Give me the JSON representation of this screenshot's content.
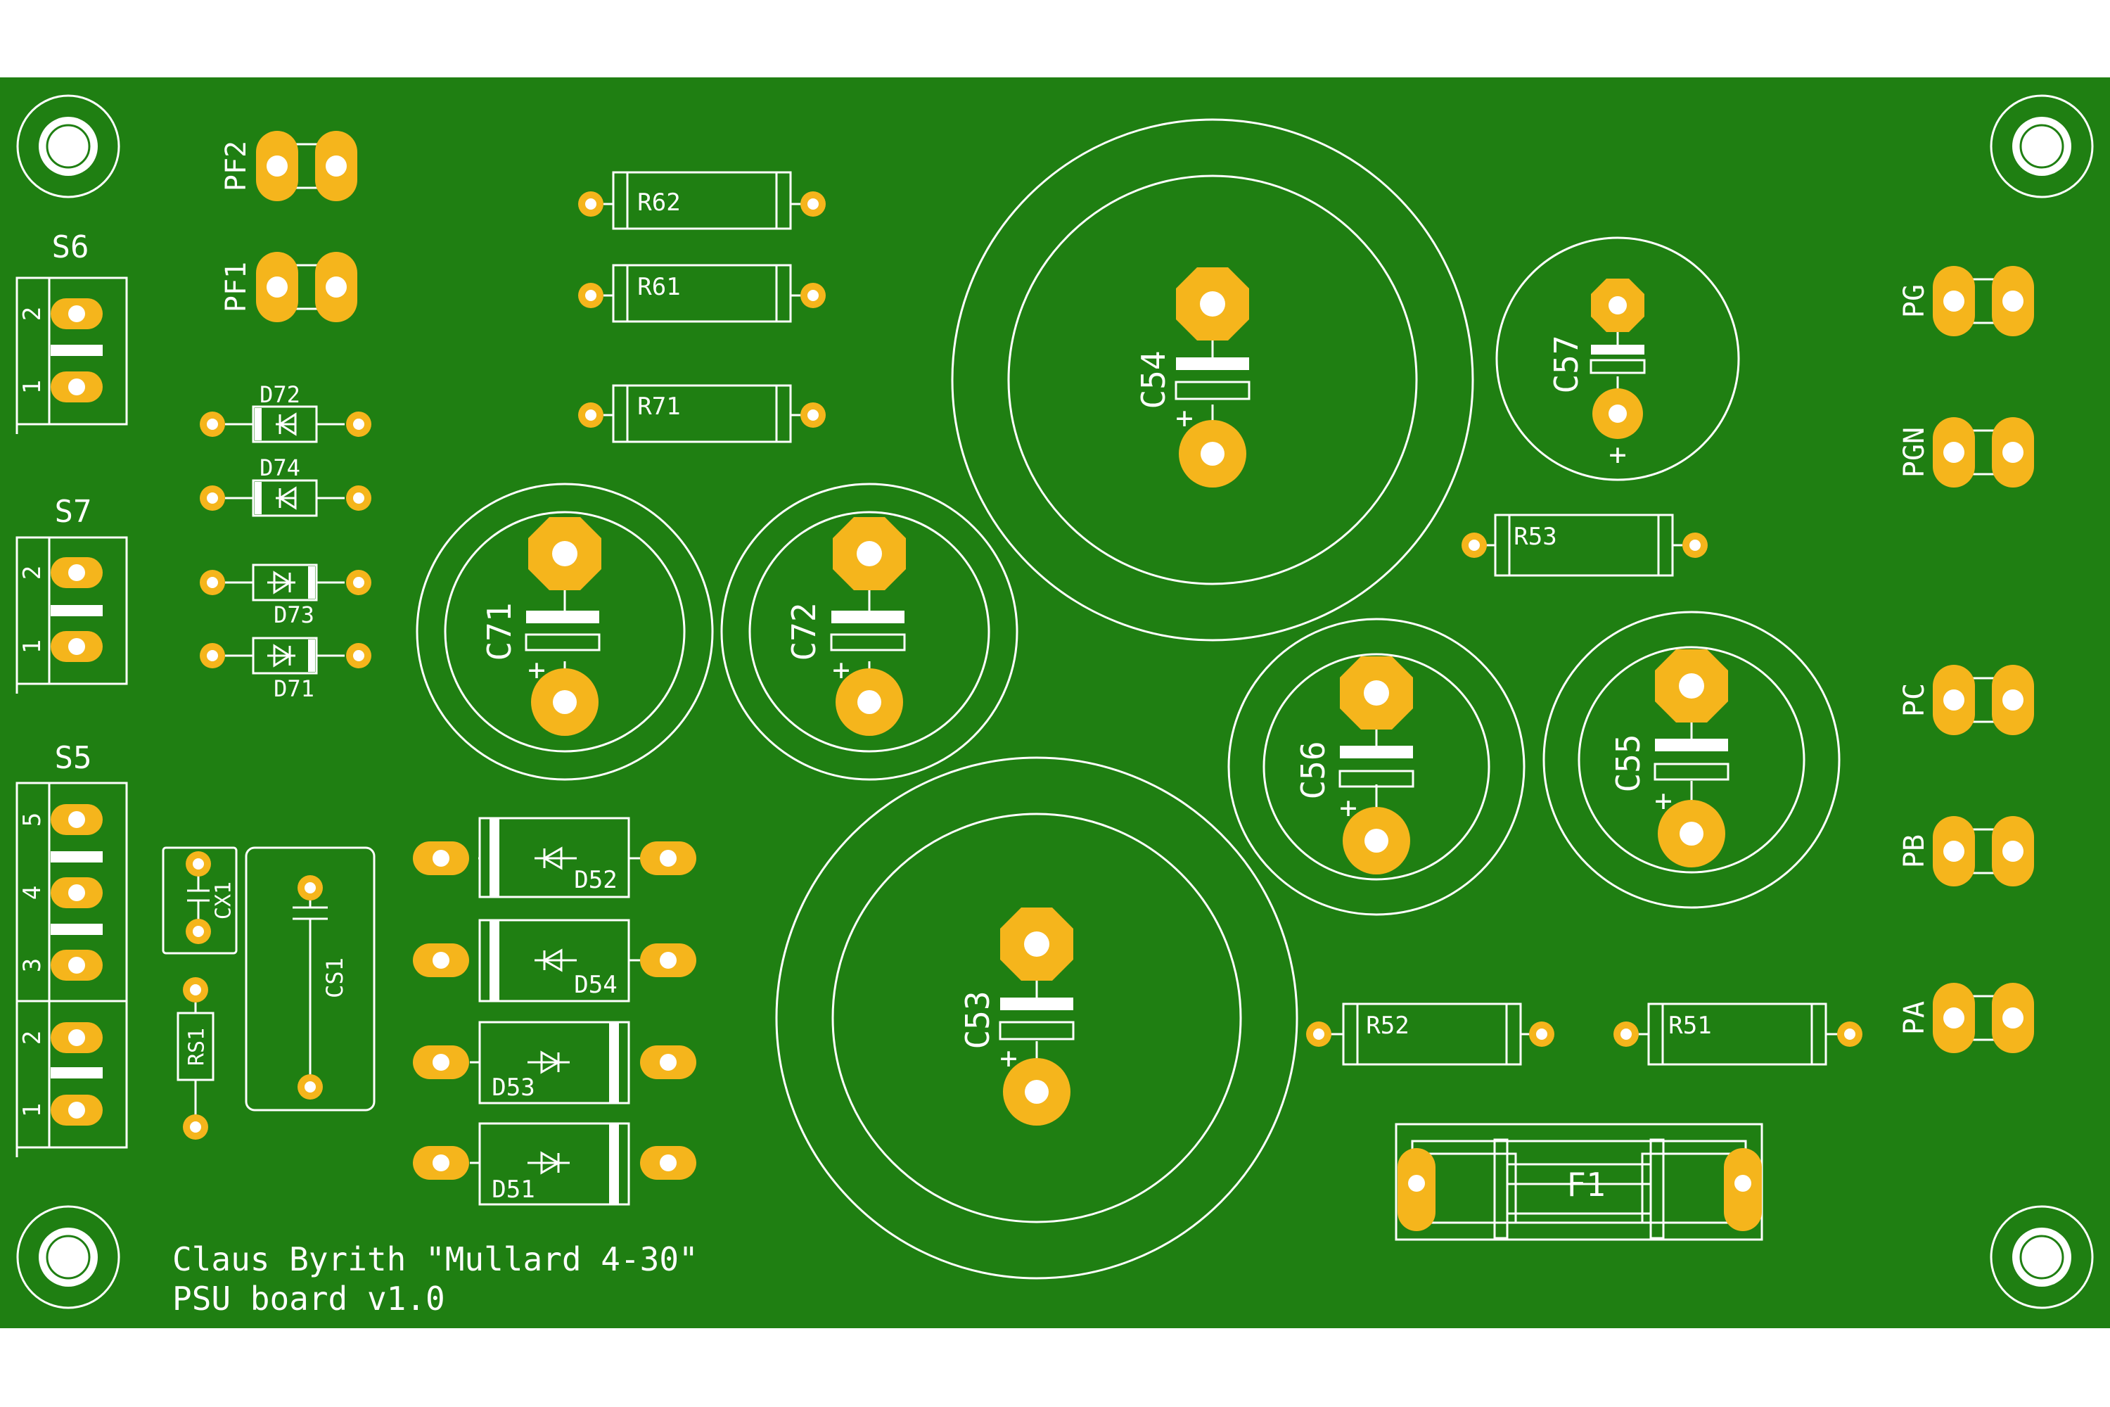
{
  "board": {
    "title_line1": "Claus Byrith \"Mullard 4-30\"",
    "title_line2": "PSU board v1.0",
    "colors": {
      "board": "#1f7f12",
      "pad": "#f5b51c",
      "silk": "#ffffff",
      "background": "#ffffff"
    }
  },
  "connectors": {
    "s6": {
      "label": "S6",
      "pins": [
        "2",
        "1"
      ]
    },
    "s7": {
      "label": "S7",
      "pins": [
        "2",
        "1"
      ]
    },
    "s5": {
      "label": "S5",
      "pins": [
        "5",
        "4",
        "3",
        "2",
        "1"
      ]
    }
  },
  "components": {
    "pf2": "PF2",
    "pf1": "PF1",
    "r62": "R62",
    "r61": "R61",
    "r71": "R71",
    "r53": "R53",
    "r52": "R52",
    "r51": "R51",
    "rs1": "RS1",
    "d72": "D72",
    "d74": "D74",
    "d73": "D73",
    "d71": "D71",
    "d52": "D52",
    "d54": "D54",
    "d53": "D53",
    "d51": "D51",
    "c71": "C71",
    "c72": "C72",
    "c54": "C54",
    "c57": "C57",
    "c56": "C56",
    "c55": "C55",
    "c53": "C53",
    "cx1": "CX1",
    "cs1": "CS1",
    "f1": "F1",
    "pg": "PG",
    "pgn": "PGN",
    "pc": "PC",
    "pb": "PB",
    "pa": "PA",
    "plus": "+"
  }
}
